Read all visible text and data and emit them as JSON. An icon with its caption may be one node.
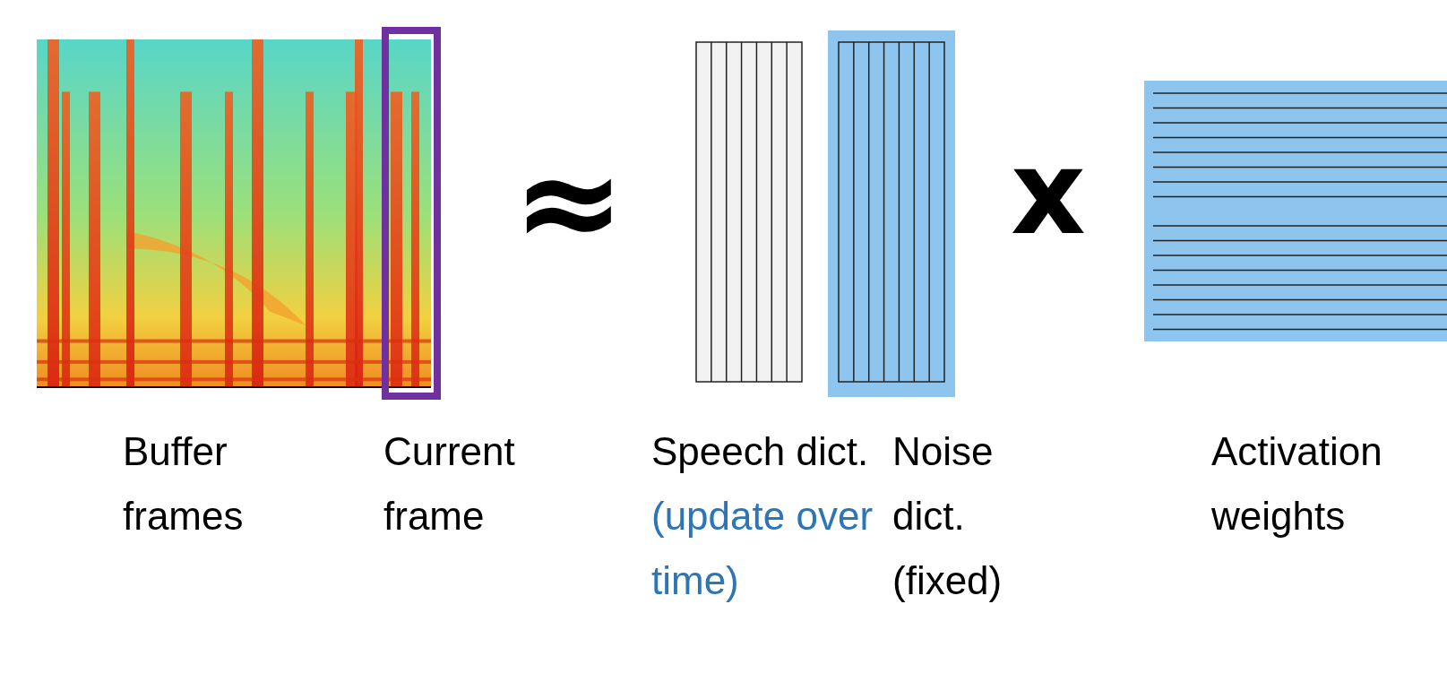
{
  "diagram": {
    "nodes": [
      {
        "text": [
          "Buffer frames"
        ]
      },
      {
        "text": [
          "Current frame"
        ]
      },
      {
        "text": [
          "Speech dict.",
          "(update over time)"
        ]
      },
      {
        "text": [
          "Noise dict.",
          "(fixed)"
        ]
      },
      {
        "text": [
          "Activation weights"
        ]
      }
    ],
    "labels": [
      "≈",
      "x"
    ]
  }
}
